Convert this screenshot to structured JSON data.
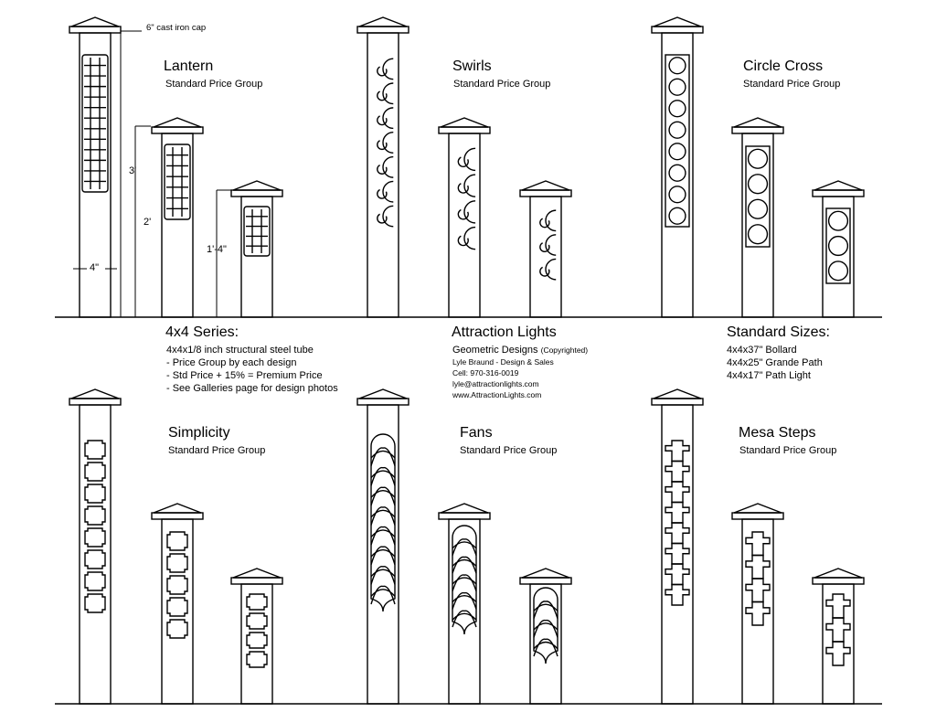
{
  "labels": {
    "cap_note": "6\" cast iron cap",
    "dim_3ft": "3'",
    "dim_2ft": "2'",
    "dim_1ft4": "1'-4\"",
    "dim_4in": "4\""
  },
  "designs": [
    {
      "name": "Lantern",
      "group": "Standard Price Group"
    },
    {
      "name": "Swirls",
      "group": "Standard Price Group"
    },
    {
      "name": "Circle Cross",
      "group": "Standard Price Group"
    },
    {
      "name": "Simplicity",
      "group": "Standard Price Group"
    },
    {
      "name": "Fans",
      "group": "Standard Price Group"
    },
    {
      "name": "Mesa Steps",
      "group": "Standard Price Group"
    }
  ],
  "series": {
    "title": "4x4 Series:",
    "lines": [
      "4x4x1/8 inch structural steel tube",
      "- Price Group by each design",
      "- Std Price + 15% = Premium Price",
      "- See Galleries page for design photos"
    ]
  },
  "company": {
    "title": "Attraction Lights",
    "subtitle": "Geometric Designs",
    "copyright": "(Copyrighted)",
    "contact": "Lyle Braund - Design & Sales",
    "phone": "Cell: 970-316-0019",
    "email": "lyle@attractionlights.com",
    "web": "www.AttractionLights.com"
  },
  "sizes": {
    "title": "Standard Sizes:",
    "lines": [
      "4x4x37\" Bollard",
      "4x4x25\" Grande Path",
      "4x4x17\" Path Light"
    ]
  }
}
